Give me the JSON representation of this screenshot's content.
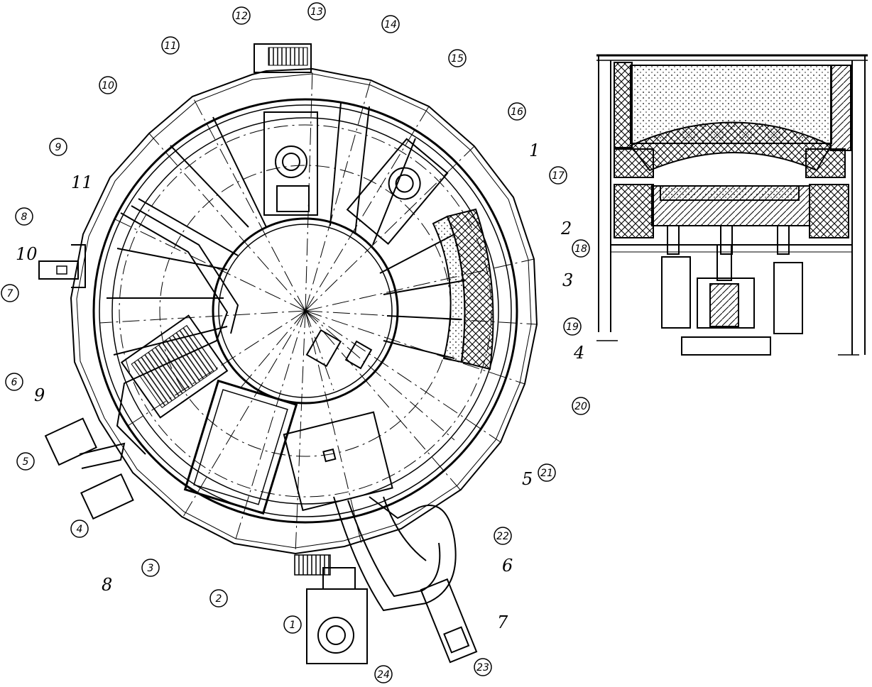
{
  "plan": {
    "column_numbers": [
      "1",
      "2",
      "3",
      "4",
      "5",
      "7",
      "8",
      "9",
      "10",
      "11",
      "12",
      "13",
      "14",
      "15",
      "16",
      "17",
      "18",
      "19",
      "20",
      "21",
      "22",
      "23",
      "24",
      "6"
    ],
    "item_labels": [
      "1",
      "2",
      "3",
      "4",
      "5",
      "6",
      "7",
      "8",
      "9",
      "10",
      "11",
      "1",
      "2",
      "3",
      "4",
      "5",
      "6",
      "7",
      "8",
      "9"
    ]
  },
  "colors": {
    "ink": "#000000",
    "paper": "#ffffff"
  }
}
